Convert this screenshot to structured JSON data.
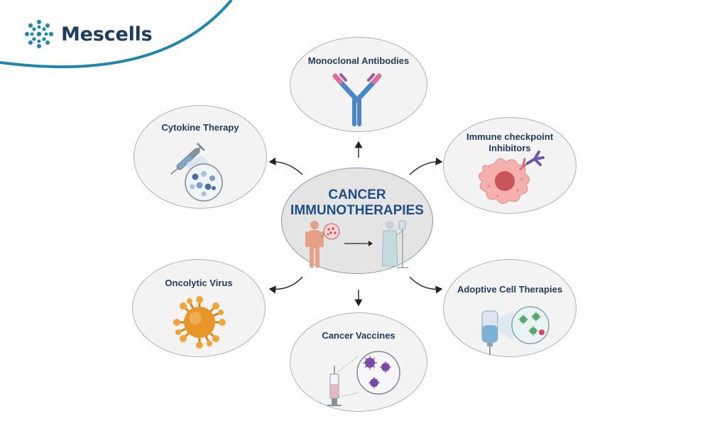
{
  "brand": {
    "name": "Mescells",
    "accent_color": "#1e86ac",
    "text_color": "#1d3c5e"
  },
  "diagram": {
    "center": {
      "line1": "CANCER",
      "line2": "IMMUNOTHERAPIES"
    },
    "nodes": {
      "monoclonal": {
        "title": "Monoclonal Antibodies"
      },
      "checkpoint": {
        "line1": "Immune checkpoint",
        "line2": "Inhibitors"
      },
      "adoptive": {
        "title": "Adoptive Cell Therapies"
      },
      "vaccines": {
        "title": "Cancer Vaccines"
      },
      "oncolytic": {
        "title": "Oncolytic Virus"
      },
      "cytokine": {
        "title": "Cytokine Therapy"
      }
    },
    "colors": {
      "title_text": "#1f3a5c",
      "center_text": "#1d4f86",
      "node_fill": "#f3f3f3",
      "center_fill": "#e4e4e4",
      "border": "#a9b1b8",
      "antibody_blue": "#4a86c5",
      "antibody_pink": "#e0709a",
      "cancer_cell": "#f2a7a6",
      "virus_orange": "#e8952a",
      "vaccine_purple": "#7a4aa5",
      "cell_green": "#5aa86b"
    }
  }
}
